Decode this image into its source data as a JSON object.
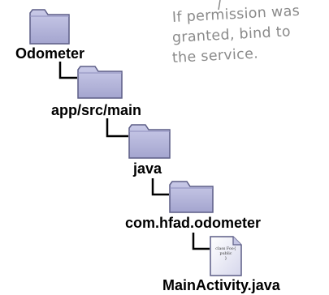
{
  "annotation": {
    "lines": [
      "If permission was",
      "granted, bind to",
      "the service."
    ]
  },
  "tree": {
    "folders": [
      {
        "label": "Odometer"
      },
      {
        "label": "app/src/main"
      },
      {
        "label": "java"
      },
      {
        "label": "com.hfad.odometer"
      }
    ],
    "file": {
      "label": "MainActivity.java",
      "code_lines": [
        "class Foo{",
        "public",
        "}"
      ]
    }
  },
  "colors": {
    "folder_fill": "#b7b8dc",
    "folder_stroke": "#5c5d86",
    "connector": "#000000",
    "annotation_text": "#8a8a8a"
  }
}
